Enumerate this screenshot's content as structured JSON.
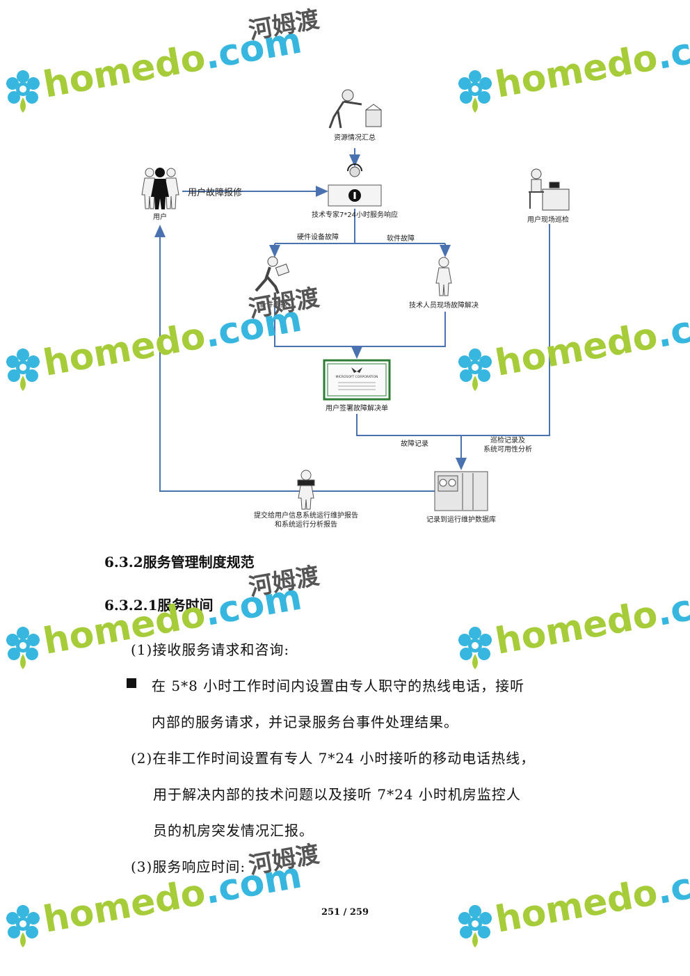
{
  "diagram": {
    "nodes": {
      "resource_summary": "资源情况汇总",
      "user": "用户",
      "user_report": "用户故障报修",
      "expert_response": "技术专家7*24小时服务响应",
      "onsite_inspection": "用户现场巡检",
      "hardware_fault": "硬件设备故障",
      "software_fault": "软件故障",
      "parts_replace": "备件更换",
      "tech_onsite": "技术人员现场故障解决",
      "user_sign": "用户签署故障解决单",
      "certificate_text": "MICROSOFT CORPORATION",
      "fault_record": "故障记录",
      "inspection_record_1": "巡检记录及",
      "inspection_record_2": "系统可用性分析",
      "submit_report_1": "提交给用户信息系统运行维护报告",
      "submit_report_2": "和系统运行分析报告",
      "record_db": "记录到运行维护数据库"
    },
    "line_color": "#4a72b0"
  },
  "content": {
    "h3": "6.3.2服务管理制度规范",
    "h4": "6.3.2.1服务时间",
    "item1": "(1)接收服务请求和咨询:",
    "bullet_line1": "在 5*8 小时工作时间内设置由专人职守的热线电话，接听",
    "bullet_line2": "内部的服务请求，并记录服务台事件处理结果。",
    "item2_line1": "(2)在非工作时间设置有专人 7*24 小时接听的移动电话热线，",
    "item2_line2": "用于解决内部的技术问题以及接听 7*24 小时机房监控人",
    "item2_line3": "员的机房突发情况汇报。",
    "item3": "(3)服务响应时间:"
  },
  "footer": {
    "page": "251 / 259"
  },
  "watermark": {
    "text": "homedo.com",
    "cn": "河姆渡",
    "green": "#a6cc3a",
    "blue": "#37b6e0"
  }
}
